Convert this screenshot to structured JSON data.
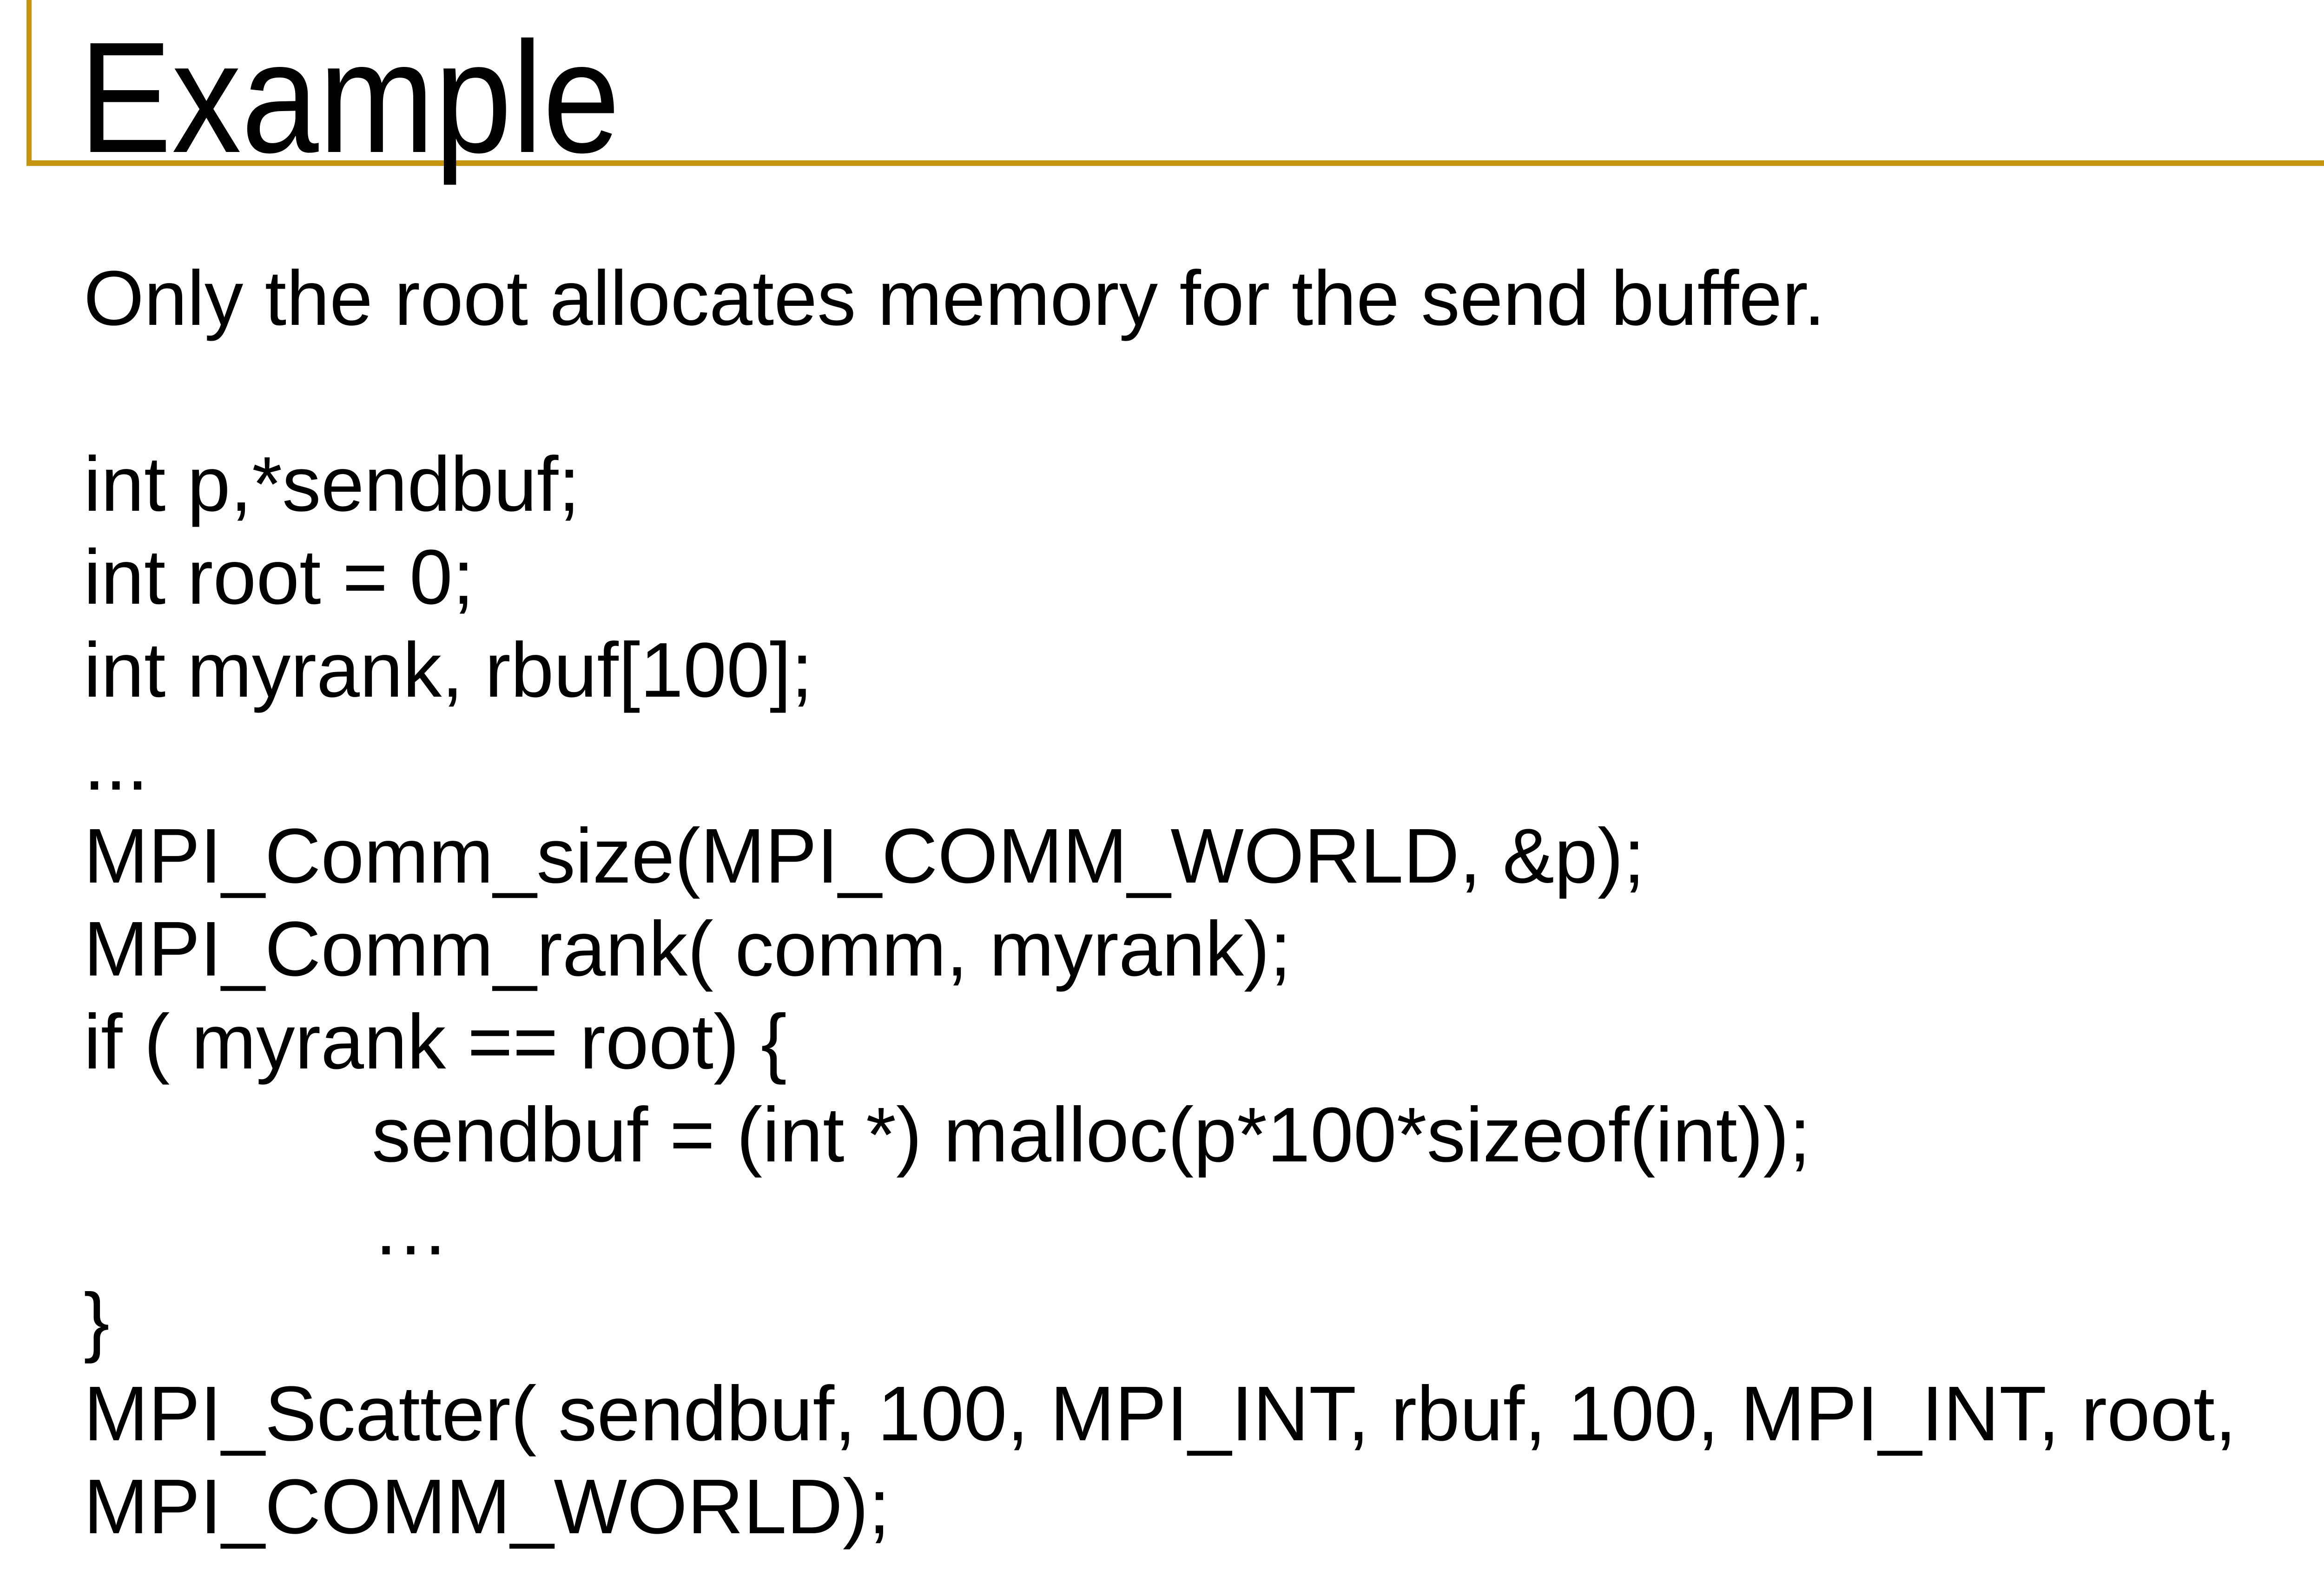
{
  "colors": {
    "accent_gold": "#C5950E",
    "text": "#000000",
    "background": "#FFFFFF"
  },
  "slide": {
    "title": "Example",
    "lines": [
      "Only the root allocates memory for the send buffer.",
      "",
      "int p,*sendbuf;",
      "int root = 0;",
      "int myrank, rbuf[100];",
      "...",
      "MPI_Comm_size(MPI_COMM_WORLD, &p);",
      "MPI_Comm_rank( comm, myrank);",
      "if ( myrank == root) {",
      "sendbuf = (int *) malloc(p*100*sizeof(int));",
      "…",
      "}",
      "MPI_Scatter( sendbuf, 100, MPI_INT, rbuf, 100, MPI_INT, root,",
      "MPI_COMM_WORLD);"
    ]
  }
}
